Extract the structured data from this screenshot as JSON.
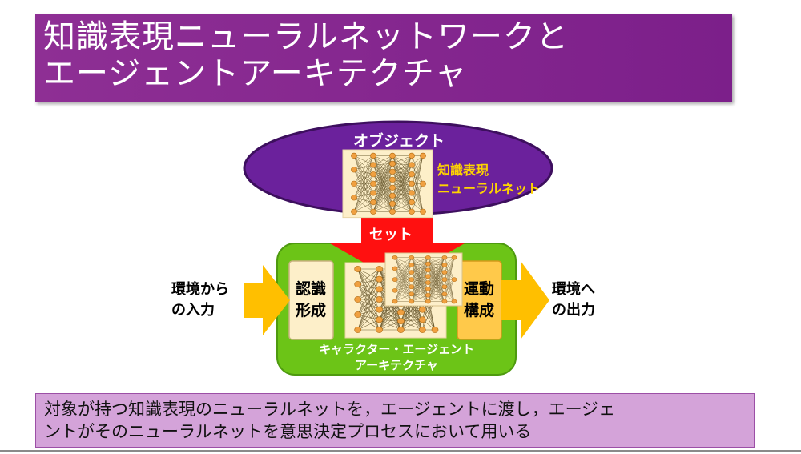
{
  "title": {
    "line1": "知識表現ニューラルネットワークと",
    "line2": "エージェントアーキテクチャ"
  },
  "diagram": {
    "object_label": "オブジェクト",
    "knowledge_line1": "知識表現",
    "knowledge_line2": "ニューラルネット",
    "set_label": "セット",
    "input_line1": "環境から",
    "input_line2": "の入力",
    "recognition_line1": "認識",
    "recognition_line2": "形成",
    "motion_line1": "運動",
    "motion_line2": "構成",
    "output_line1": "環境へ",
    "output_line2": "の出力",
    "architecture_line1": "キャラクター・エージェント",
    "architecture_line2": "アーキテクチャ"
  },
  "caption": {
    "line1": "対象が持つ知識表現のニューラルネットを，エージェントに渡し，エージェ",
    "line2": "ントがそのニューラルネットを意思決定プロセスにおいて用いる"
  },
  "colors": {
    "title_bg": "#8e2f94",
    "ellipse": "#6b219c",
    "green": "#6cc417",
    "arrow_red": "#ff1010",
    "arrow_orange": "#ffbf00",
    "box_cream": "#fdefc9",
    "node_orange": "#f0a040",
    "caption_bg": "#d4a3d9"
  }
}
